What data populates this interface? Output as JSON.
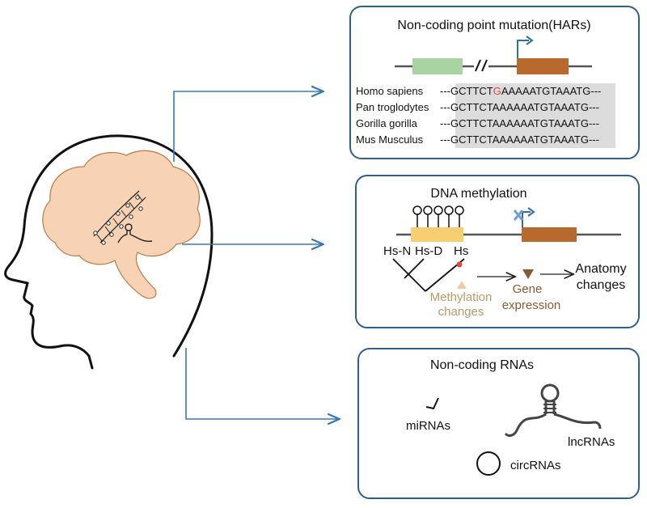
{
  "panels": {
    "har": {
      "title": "Non-coding point mutation(HARs)",
      "rows": [
        {
          "species": "Homo sapiens",
          "prefix": "---",
          "seq_a": "GCTTCT",
          "seq_mut": "G",
          "seq_b": "AAAAATGTAAATG",
          "suffix": "---"
        },
        {
          "species": "Pan troglodytes",
          "prefix": "---",
          "seq_a": "GCTTCT",
          "seq_mut": "A",
          "seq_b": "AAAAATGTAAATG",
          "suffix": "---"
        },
        {
          "species": "Gorilla gorilla",
          "prefix": "---",
          "seq_a": "GCTTCT",
          "seq_mut": "A",
          "seq_b": "AAAAATGTAAATG",
          "suffix": "---"
        },
        {
          "species": "Mus Musculus",
          "prefix": "---",
          "seq_a": "GCTTCT",
          "seq_mut": "A",
          "seq_b": "AAAAATGTAAATG",
          "suffix": "---"
        }
      ]
    },
    "methylation": {
      "title": "DNA methylation",
      "tree_labels": [
        "Hs-N",
        "Hs-D",
        "Hs"
      ],
      "step1": [
        "Methylation",
        "changes"
      ],
      "step2": [
        "Gene",
        "expression"
      ],
      "step3": [
        "Anatomy",
        "changes"
      ]
    },
    "ncrna": {
      "title": "Non-coding RNAs",
      "mirna": "miRNAs",
      "lncrna": "lncRNAs",
      "circrna": "circRNAs"
    }
  },
  "colors": {
    "panel_border": "#2f5f8a",
    "arrow": "#3a78b0",
    "brain_fill": "#f7d2b5",
    "brain_stroke": "#b87a45",
    "green_box": "#a9d3a0",
    "orange_box": "#b86a2e",
    "yellow_box": "#f6cf72",
    "mutation": "#d94a3a",
    "methylation_text": "#b89a6a",
    "expression_text": "#8a5a30",
    "seq_highlight": "#dcdcdc",
    "tss_arrow": "#2f6fa6"
  }
}
